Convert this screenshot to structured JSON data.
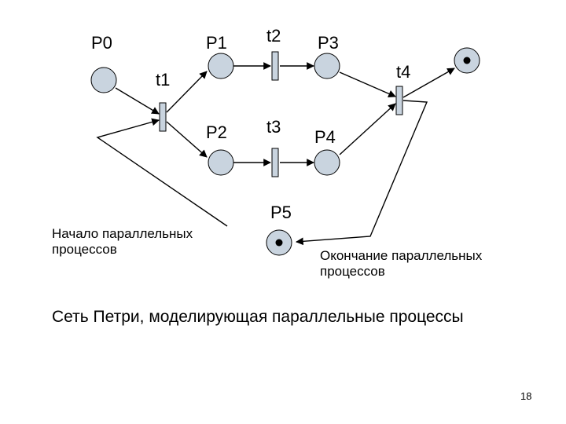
{
  "places": [
    {
      "id": "P0",
      "label": "P0",
      "tokens": 0
    },
    {
      "id": "P1",
      "label": "P1",
      "tokens": 0
    },
    {
      "id": "P2",
      "label": "P2",
      "tokens": 0
    },
    {
      "id": "P3",
      "label": "P3",
      "tokens": 0
    },
    {
      "id": "P4",
      "label": "P4",
      "tokens": 0
    },
    {
      "id": "P5",
      "label": "P5",
      "tokens": 1
    },
    {
      "id": "P6",
      "label": "",
      "tokens": 1
    }
  ],
  "transitions": [
    {
      "id": "t1",
      "label": "t1"
    },
    {
      "id": "t2",
      "label": "t2"
    },
    {
      "id": "t3",
      "label": "t3"
    },
    {
      "id": "t4",
      "label": "t4"
    }
  ],
  "notes": {
    "start_line1": "Начало параллельных",
    "start_line2": "процессов",
    "end_line1": "Окончание параллельных",
    "end_line2": "процессов"
  },
  "caption": "Сеть Петри, моделирующая параллельные процессы",
  "page_number": "18",
  "colors": {
    "place_fill": "#c9d4df",
    "place_stroke": "#000000",
    "transition_fill": "#c9d4df",
    "arc": "#000000",
    "token": "#000000"
  }
}
